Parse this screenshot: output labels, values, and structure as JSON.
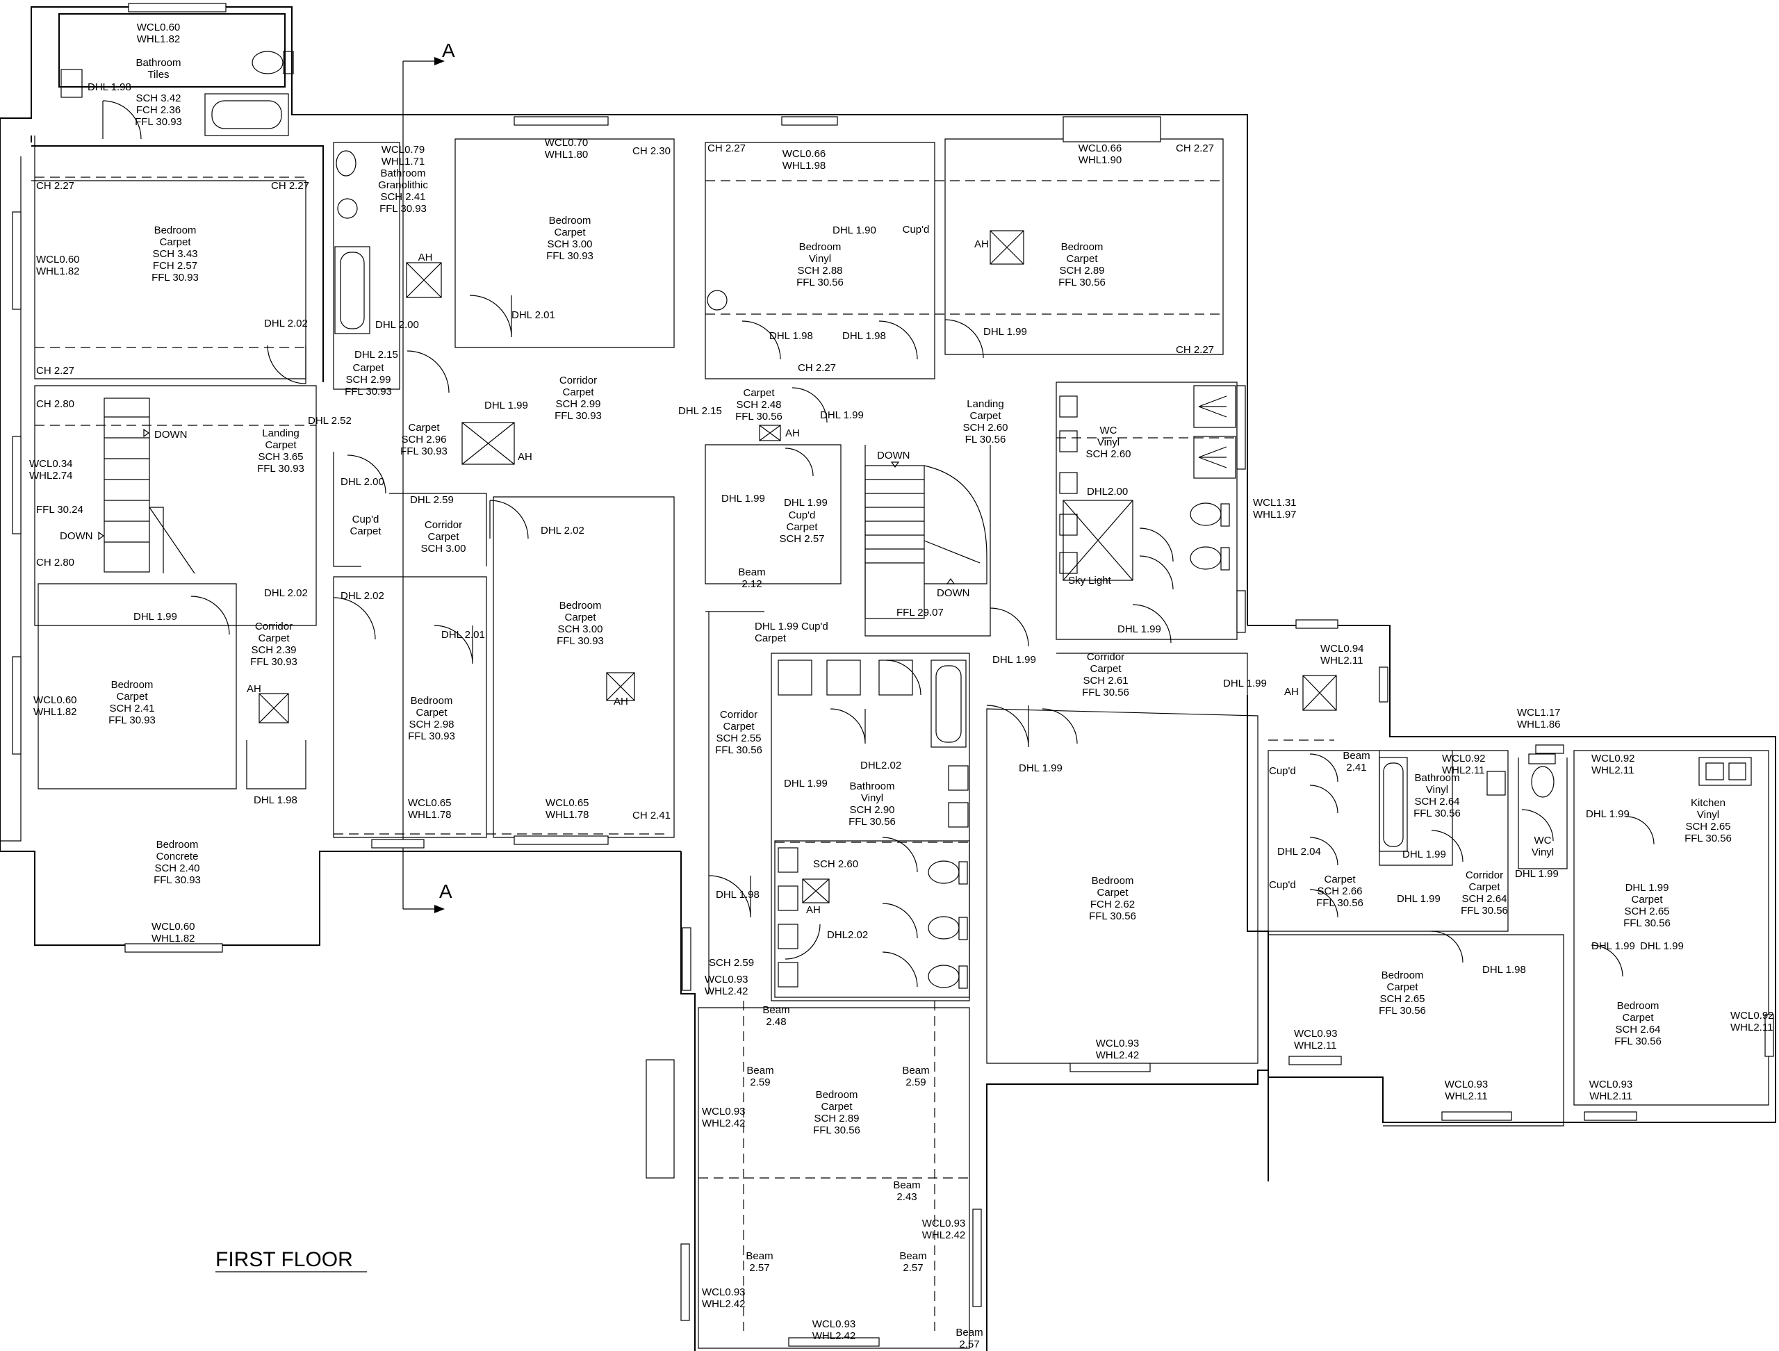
{
  "title": "FIRST FLOOR",
  "section_marker": "A",
  "labels": [
    {
      "id": "bath-top",
      "lines": [
        "WCL0.60",
        "WHL1.82",
        "",
        "Bathroom",
        "Tiles",
        "",
        "SCH 3.42",
        "FCH 2.36",
        "FFL 30.93"
      ]
    },
    {
      "id": "dhl-198-a",
      "lines": [
        "DHL 1.98"
      ]
    },
    {
      "id": "bed-nw",
      "lines": [
        "Bedroom",
        "Carpet",
        "SCH 3.43",
        "FCH 2.57",
        "FFL 30.93"
      ]
    },
    {
      "id": "wcl-nw",
      "lines": [
        "WCL0.60",
        "WHL1.82"
      ]
    },
    {
      "id": "ch227-a",
      "lines": [
        "CH 2.27"
      ]
    },
    {
      "id": "ch227-b",
      "lines": [
        "CH 2.27"
      ]
    },
    {
      "id": "ch227-c",
      "lines": [
        "CH 2.27"
      ]
    },
    {
      "id": "dhl202-a",
      "lines": [
        "DHL 2.02"
      ]
    },
    {
      "id": "bath-gran",
      "lines": [
        "WCL0.79",
        "WHL1.71",
        "Bathroom",
        "Granolithic",
        "SCH 2.41",
        "FFL 30.93"
      ]
    },
    {
      "id": "ah-1",
      "lines": [
        "AH"
      ]
    },
    {
      "id": "dhl200-a",
      "lines": [
        "DHL 2.00"
      ]
    },
    {
      "id": "wcl070",
      "lines": [
        "WCL0.70",
        "WHL1.80"
      ]
    },
    {
      "id": "ch230",
      "lines": [
        "CH 2.30"
      ]
    },
    {
      "id": "bed-n2",
      "lines": [
        "Bedroom",
        "Carpet",
        "SCH 3.00",
        "FFL 30.93"
      ]
    },
    {
      "id": "dhl201-a",
      "lines": [
        "DHL 2.01"
      ]
    },
    {
      "id": "ch227-d",
      "lines": [
        "CH 2.27"
      ]
    },
    {
      "id": "wcl066-a",
      "lines": [
        "WCL0.66",
        "WHL1.98"
      ]
    },
    {
      "id": "dhl190",
      "lines": [
        "DHL 1.90"
      ]
    },
    {
      "id": "cupd-1",
      "lines": [
        "Cup'd"
      ]
    },
    {
      "id": "bed-vinyl",
      "lines": [
        "Bedroom",
        "Vinyl",
        "SCH 2.88",
        "FFL 30.56"
      ]
    },
    {
      "id": "wcl066-b",
      "lines": [
        "WCL0.66",
        "WHL1.90"
      ]
    },
    {
      "id": "ch227-e",
      "lines": [
        "CH 2.27"
      ]
    },
    {
      "id": "ah-2",
      "lines": [
        "AH"
      ]
    },
    {
      "id": "bed-ne",
      "lines": [
        "Bedroom",
        "Carpet",
        "SCH 2.89",
        "FFL 30.56"
      ]
    },
    {
      "id": "dhl198-b",
      "lines": [
        "DHL 1.98"
      ]
    },
    {
      "id": "dhl198-c",
      "lines": [
        "DHL 1.98"
      ]
    },
    {
      "id": "dhl199-a",
      "lines": [
        "DHL 1.99"
      ]
    },
    {
      "id": "ch227-f",
      "lines": [
        "CH 2.27"
      ]
    },
    {
      "id": "ch227-g",
      "lines": [
        "CH 2.27"
      ]
    },
    {
      "id": "dhl215-a",
      "lines": [
        "DHL 2.15"
      ]
    },
    {
      "id": "carpet-1",
      "lines": [
        "Carpet",
        "SCH 2.99",
        "FFL 30.93"
      ]
    },
    {
      "id": "corr-1",
      "lines": [
        "Corridor",
        "Carpet",
        "SCH 2.99",
        "FFL 30.93"
      ]
    },
    {
      "id": "dhl215-b",
      "lines": [
        "DHL 2.15"
      ]
    },
    {
      "id": "carpet-2",
      "lines": [
        "Carpet",
        "SCH 2.48",
        "FFL 30.56"
      ]
    },
    {
      "id": "ah-3",
      "lines": [
        "AH"
      ]
    },
    {
      "id": "dhl199-b",
      "lines": [
        "DHL 1.99"
      ]
    },
    {
      "id": "landing-2",
      "lines": [
        "Landing",
        "Carpet",
        "SCH 2.60",
        "FL 30.56"
      ]
    },
    {
      "id": "wc-vinyl",
      "lines": [
        "WC",
        "Vinyl",
        "SCH 2.60"
      ]
    },
    {
      "id": "ch280-a",
      "lines": [
        "CH 2.80"
      ]
    },
    {
      "id": "down-1",
      "lines": [
        "DOWN"
      ]
    },
    {
      "id": "landing-1",
      "lines": [
        "Landing",
        "Carpet",
        "SCH 3.65",
        "FFL 30.93"
      ]
    },
    {
      "id": "wcl034",
      "lines": [
        "WCL0.34",
        "WHL2.74"
      ]
    },
    {
      "id": "ffl3024",
      "lines": [
        "FFL 30.24"
      ]
    },
    {
      "id": "down-2",
      "lines": [
        "DOWN"
      ]
    },
    {
      "id": "ch280-b",
      "lines": [
        "CH 2.80"
      ]
    },
    {
      "id": "dhl252",
      "lines": [
        "DHL 2.52"
      ]
    },
    {
      "id": "carpet-3",
      "lines": [
        "Carpet",
        "SCH 2.96",
        "FFL 30.93"
      ]
    },
    {
      "id": "dhl199-c",
      "lines": [
        "DHL 1.99"
      ]
    },
    {
      "id": "ah-4",
      "lines": [
        "AH"
      ]
    },
    {
      "id": "dhl200-b",
      "lines": [
        "DHL 2.00"
      ]
    },
    {
      "id": "cupd-carpet-1",
      "lines": [
        "Cup'd",
        "Carpet"
      ]
    },
    {
      "id": "dhl259",
      "lines": [
        "DHL 2.59"
      ]
    },
    {
      "id": "corr-2",
      "lines": [
        "Corridor",
        "Carpet",
        "SCH 3.00"
      ]
    },
    {
      "id": "dhl202-b",
      "lines": [
        "DHL 2.02"
      ]
    },
    {
      "id": "dhl199-d",
      "lines": [
        "DHL 1.99"
      ]
    },
    {
      "id": "dhl199-e",
      "lines": [
        "DHL 1.99"
      ]
    },
    {
      "id": "cupd-carpet-2",
      "lines": [
        "Cup'd",
        "Carpet",
        "SCH 2.57"
      ]
    },
    {
      "id": "down-3",
      "lines": [
        "DOWN"
      ]
    },
    {
      "id": "down-4",
      "lines": [
        "DOWN"
      ]
    },
    {
      "id": "dhl200-c",
      "lines": [
        "DHL2.00"
      ]
    },
    {
      "id": "wcl131",
      "lines": [
        "WCL1.31",
        "WHL1.97"
      ]
    },
    {
      "id": "skylight",
      "lines": [
        "Sky Light"
      ]
    },
    {
      "id": "beam212",
      "lines": [
        "Beam",
        "2.12"
      ]
    },
    {
      "id": "ffl2907",
      "lines": [
        "FFL 29.07"
      ]
    },
    {
      "id": "dhl199-f",
      "lines": [
        "DHL 1.99"
      ]
    },
    {
      "id": "cupd-carpet-3",
      "lines": [
        "DHL 1.99 Cup'd",
        "Carpet"
      ]
    },
    {
      "id": "dhl202-c",
      "lines": [
        "DHL 2.02"
      ]
    },
    {
      "id": "dhl202-d",
      "lines": [
        "DHL 2.02"
      ]
    },
    {
      "id": "dhl199-g",
      "lines": [
        "DHL 1.99"
      ]
    },
    {
      "id": "corr-3",
      "lines": [
        "Corridor",
        "Carpet",
        "SCH 2.39",
        "FFL 30.93"
      ]
    },
    {
      "id": "bed-w",
      "lines": [
        "Bedroom",
        "Carpet",
        "SCH 2.41",
        "FFL 30.93"
      ]
    },
    {
      "id": "wcl060-w",
      "lines": [
        "WCL0.60",
        "WHL1.82"
      ]
    },
    {
      "id": "ah-5",
      "lines": [
        "AH"
      ]
    },
    {
      "id": "dhl201-b",
      "lines": [
        "DHL 2.01"
      ]
    },
    {
      "id": "bed-c",
      "lines": [
        "Bedroom",
        "Carpet",
        "SCH 3.00",
        "FFL 30.93"
      ]
    },
    {
      "id": "ah-6",
      "lines": [
        "AH"
      ]
    },
    {
      "id": "bed-c2",
      "lines": [
        "Bedroom",
        "Carpet",
        "SCH 2.98",
        "FFL 30.93"
      ]
    },
    {
      "id": "corr-4",
      "lines": [
        "Corridor",
        "Carpet",
        "SCH 2.55",
        "FFL 30.56"
      ]
    },
    {
      "id": "dhl199-h",
      "lines": [
        "DHL 1.99"
      ]
    },
    {
      "id": "corr-5",
      "lines": [
        "Corridor",
        "Carpet",
        "SCH 2.61",
        "FFL 30.56"
      ]
    },
    {
      "id": "dhl199-i",
      "lines": [
        "DHL 1.99"
      ]
    },
    {
      "id": "wcl094",
      "lines": [
        "WCL0.94",
        "WHL2.11"
      ]
    },
    {
      "id": "ah-7",
      "lines": [
        "AH"
      ]
    },
    {
      "id": "wcl117",
      "lines": [
        "WCL1.17",
        "WHL1.86"
      ]
    },
    {
      "id": "dhl198-d",
      "lines": [
        "DHL 1.98"
      ]
    },
    {
      "id": "wcl065-a",
      "lines": [
        "WCL0.65",
        "WHL1.78"
      ]
    },
    {
      "id": "wcl065-b",
      "lines": [
        "WCL0.65",
        "WHL1.78"
      ]
    },
    {
      "id": "ch241",
      "lines": [
        "CH 2.41"
      ]
    },
    {
      "id": "dhl202-e",
      "lines": [
        "DHL2.02"
      ]
    },
    {
      "id": "dhl199-j",
      "lines": [
        "DHL 1.99"
      ]
    },
    {
      "id": "bath-vinyl",
      "lines": [
        "Bathroom",
        "Vinyl",
        "SCH 2.90",
        "FFL 30.56"
      ]
    },
    {
      "id": "dhl199-k",
      "lines": [
        "DHL 1.99"
      ]
    },
    {
      "id": "beam241",
      "lines": [
        "Beam",
        "2.41"
      ]
    },
    {
      "id": "wcl092-a",
      "lines": [
        "WCL0.92",
        "WHL2.11"
      ]
    },
    {
      "id": "wcl092-b",
      "lines": [
        "WCL0.92",
        "WHL2.11"
      ]
    },
    {
      "id": "cupd-2",
      "lines": [
        "Cup'd"
      ]
    },
    {
      "id": "dhl204",
      "lines": [
        "DHL 2.04"
      ]
    },
    {
      "id": "bath-vinyl-2",
      "lines": [
        "Bathroom",
        "Vinyl",
        "SCH 2.64",
        "FFL 30.56"
      ]
    },
    {
      "id": "wc-vinyl-2",
      "lines": [
        "WC",
        "Vinyl"
      ]
    },
    {
      "id": "kitchen",
      "lines": [
        "Kitchen",
        "Vinyl",
        "SCH 2.65",
        "FFL 30.56"
      ]
    },
    {
      "id": "dhl199-l",
      "lines": [
        "DHL 1.99"
      ]
    },
    {
      "id": "dhl199-m",
      "lines": [
        "DHL 1.99"
      ]
    },
    {
      "id": "bed-sw",
      "lines": [
        "Bedroom",
        "Concrete",
        "SCH 2.40",
        "FFL 30.93"
      ]
    },
    {
      "id": "wcl060-s",
      "lines": [
        "WCL0.60",
        "WHL1.82"
      ]
    },
    {
      "id": "sch260",
      "lines": [
        "SCH 2.60"
      ]
    },
    {
      "id": "ah-8",
      "lines": [
        "AH"
      ]
    },
    {
      "id": "dhl198-e",
      "lines": [
        "DHL 1.98"
      ]
    },
    {
      "id": "dhl202-f",
      "lines": [
        "DHL2.02"
      ]
    },
    {
      "id": "bed-fch",
      "lines": [
        "Bedroom",
        "Carpet",
        "FCH 2.62",
        "FFL 30.56"
      ]
    },
    {
      "id": "cupd-3",
      "lines": [
        "Cup'd"
      ]
    },
    {
      "id": "carpet-4",
      "lines": [
        "Carpet",
        "SCH 2.66",
        "FFL 30.56"
      ]
    },
    {
      "id": "dhl199-n",
      "lines": [
        "DHL 1.99"
      ]
    },
    {
      "id": "corr-6",
      "lines": [
        "Corridor",
        "Carpet",
        "SCH 2.64",
        "FFL 30.56"
      ]
    },
    {
      "id": "dhl199-o",
      "lines": [
        "DHL 1.99"
      ]
    },
    {
      "id": "carpet-5",
      "lines": [
        "DHL 1.99",
        "Carpet",
        "SCH 2.65",
        "FFL 30.56"
      ]
    },
    {
      "id": "dhl199-p",
      "lines": [
        "DHL 1.99"
      ]
    },
    {
      "id": "dhl199-q",
      "lines": [
        "DHL 1.99"
      ]
    },
    {
      "id": "sch259",
      "lines": [
        "SCH 2.59"
      ]
    },
    {
      "id": "wcl093-a",
      "lines": [
        "WCL0.93",
        "WHL2.42"
      ]
    },
    {
      "id": "beam248",
      "lines": [
        "Beam",
        "2.48"
      ]
    },
    {
      "id": "dhl198-f",
      "lines": [
        "DHL 1.98"
      ]
    },
    {
      "id": "bed-e1",
      "lines": [
        "Bedroom",
        "Carpet",
        "SCH 2.65",
        "FFL 30.56"
      ]
    },
    {
      "id": "bed-e2",
      "lines": [
        "Bedroom",
        "Carpet",
        "SCH 2.64",
        "FFL 30.56"
      ]
    },
    {
      "id": "wcl092-c",
      "lines": [
        "WCL0.92",
        "WHL2.11"
      ]
    },
    {
      "id": "wcl093-b",
      "lines": [
        "WCL0.93",
        "WHL2.11"
      ]
    },
    {
      "id": "wcl093-c",
      "lines": [
        "WCL0.93",
        "WHL2.42"
      ]
    },
    {
      "id": "wcl093-d",
      "lines": [
        "WCL0.93",
        "WHL2.11"
      ]
    },
    {
      "id": "wcl093-e",
      "lines": [
        "WCL0.93",
        "WHL2.11"
      ]
    },
    {
      "id": "beam259-a",
      "lines": [
        "Beam",
        "2.59"
      ]
    },
    {
      "id": "beam259-b",
      "lines": [
        "Beam",
        "2.59"
      ]
    },
    {
      "id": "bed-s",
      "lines": [
        "Bedroom",
        "Carpet",
        "SCH 2.89",
        "FFL 30.56"
      ]
    },
    {
      "id": "wcl093-f",
      "lines": [
        "WCL0.93",
        "WHL2.42"
      ]
    },
    {
      "id": "beam243",
      "lines": [
        "Beam",
        "2.43"
      ]
    },
    {
      "id": "wcl093-g",
      "lines": [
        "WCL0.93",
        "WHL2.42"
      ]
    },
    {
      "id": "beam257-a",
      "lines": [
        "Beam",
        "2.57"
      ]
    },
    {
      "id": "beam257-b",
      "lines": [
        "Beam",
        "2.57"
      ]
    },
    {
      "id": "wcl093-h",
      "lines": [
        "WCL0.93",
        "WHL2.42"
      ]
    },
    {
      "id": "wcl093-i",
      "lines": [
        "WCL0.93",
        "WHL2.42"
      ]
    },
    {
      "id": "beam257-c",
      "lines": [
        "Beam",
        "2.57"
      ]
    }
  ]
}
